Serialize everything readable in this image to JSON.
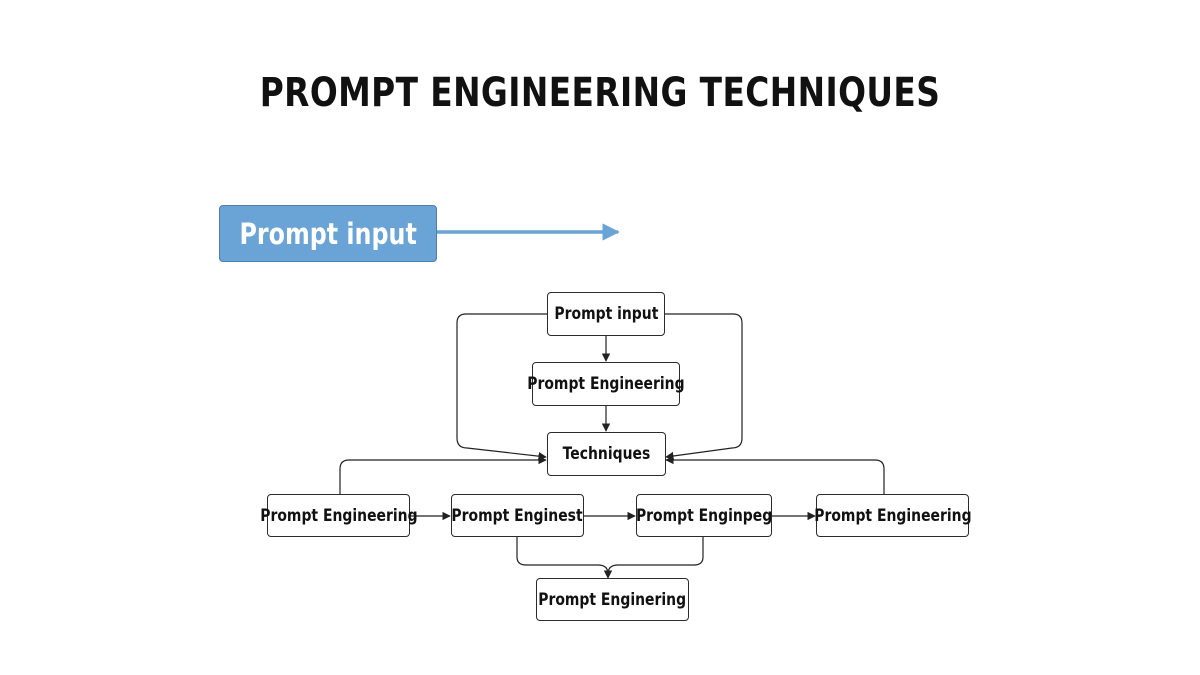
{
  "title": "PROMPT ENGINEERING TECHNIQUES",
  "hero": {
    "label": "Prompt input",
    "color": "#6aa3d6",
    "arrow_color": "#6aa3d6"
  },
  "nodes": {
    "top": "Prompt input",
    "middle": "Prompt Engineering",
    "techniques": "Techniques",
    "row_1": "Prompt Engineering",
    "row_2": "Prompt Enginest",
    "row_3": "Prompt Enginpeg",
    "row_4": "Prompt Engineering",
    "bottom": "Prompt Enginering"
  }
}
